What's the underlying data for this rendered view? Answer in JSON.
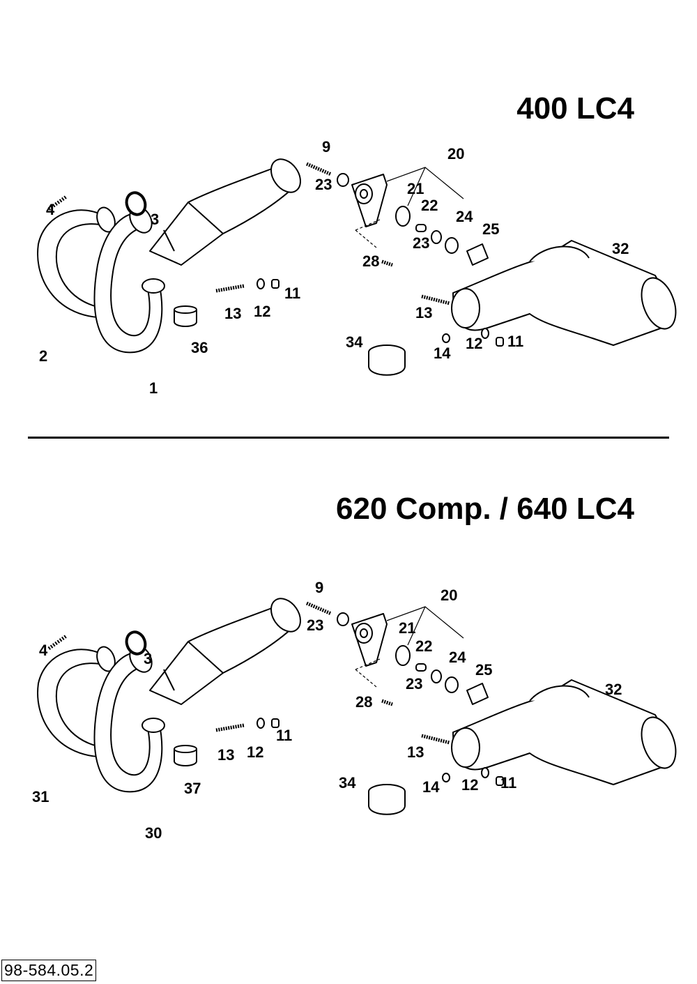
{
  "titles": {
    "top": "400 LC4",
    "bottom": "620 Comp. / 640 LC4"
  },
  "document_number": "98-584.05.2",
  "top_callouts": {
    "c9": "9",
    "c20": "20",
    "c23a": "23",
    "c21": "21",
    "c22": "22",
    "c4": "4",
    "c3": "3",
    "c24": "24",
    "c25": "25",
    "c23b": "23",
    "c32": "32",
    "c28": "28",
    "c13a": "13",
    "c12a": "12",
    "c11a": "11",
    "c13b": "13",
    "c36": "36",
    "c34": "34",
    "c12b": "12",
    "c11b": "11",
    "c14": "14",
    "c2": "2",
    "c1": "1"
  },
  "bottom_callouts": {
    "c9": "9",
    "c20": "20",
    "c23a": "23",
    "c21": "21",
    "c22": "22",
    "c4": "4",
    "c3": "3",
    "c24": "24",
    "c25": "25",
    "c23b": "23",
    "c32": "32",
    "c28": "28",
    "c11a": "11",
    "c13a": "13",
    "c12a": "12",
    "c37": "37",
    "c13b": "13",
    "c34": "34",
    "c14": "14",
    "c12b": "12",
    "c11b": "11",
    "c31": "31",
    "c30": "30"
  }
}
